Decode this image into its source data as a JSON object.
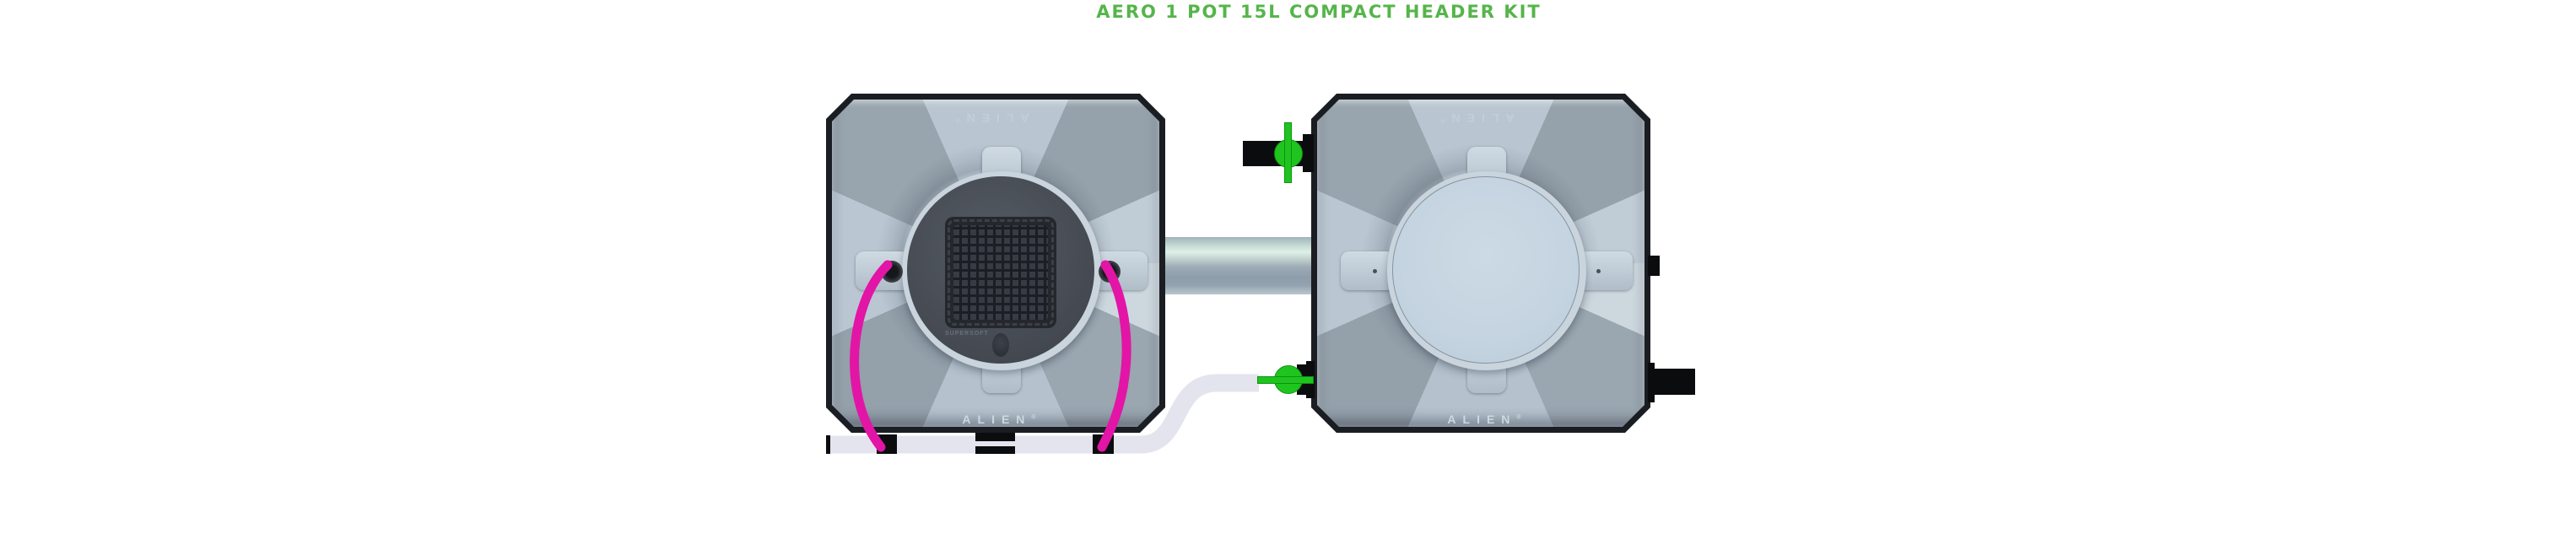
{
  "title": {
    "text": "AERO 1 POT 15L COMPACT HEADER KIT"
  },
  "brand": {
    "name": "ALIEN",
    "regmark": "®"
  },
  "left_pot": {
    "brand_top": "ALIEN",
    "brand_bottom": "ALIEN",
    "sprinkler_label": "SUPERSOFT"
  },
  "right_pot": {
    "brand_top": "ALIEN",
    "brand_bottom": "ALIEN"
  },
  "colors": {
    "title_green": "#55b54a",
    "valve_green": "#20c41e",
    "valve_green_dark": "#0f9214",
    "tube_pink": "#e215a6",
    "tube_white": "#e4e4ee",
    "fitting_black": "#0b0c0d",
    "pot_outline": "#1a1d22",
    "brand_text": "#ccd8e1"
  }
}
